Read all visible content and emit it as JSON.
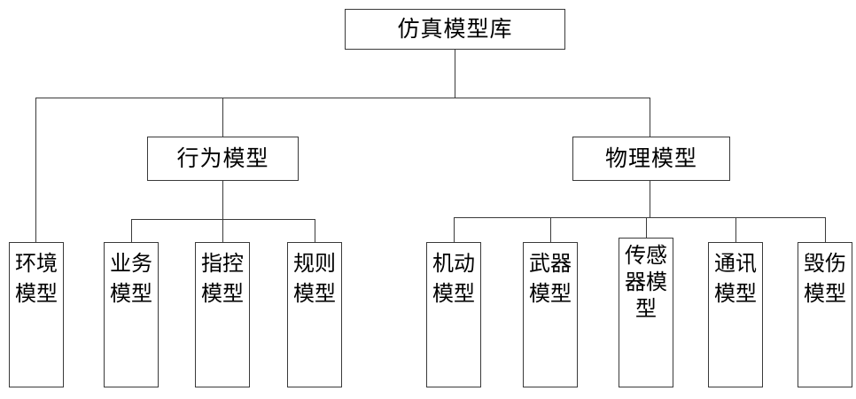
{
  "diagram": {
    "title": "仿真模型库",
    "type": "tree-hierarchy",
    "root": {
      "id": "simulation-model-library",
      "label": "仿真模型库"
    },
    "level2": [
      {
        "id": "behavior-model",
        "label": "行为模型"
      },
      {
        "id": "physical-model",
        "label": "物理模型"
      }
    ],
    "leaves": [
      {
        "id": "environment-model",
        "label": "环境模型",
        "parent": "simulation-model-library"
      },
      {
        "id": "business-model",
        "label": "业务模型",
        "parent": "behavior-model"
      },
      {
        "id": "command-control-model",
        "label": "指控模型",
        "parent": "behavior-model"
      },
      {
        "id": "rule-model",
        "label": "规则模型",
        "parent": "behavior-model"
      },
      {
        "id": "maneuver-model",
        "label": "机动模型",
        "parent": "physical-model"
      },
      {
        "id": "weapon-model",
        "label": "武器模型",
        "parent": "physical-model"
      },
      {
        "id": "sensor-model",
        "label": "传感器模型",
        "parent": "physical-model"
      },
      {
        "id": "communication-model",
        "label": "通讯模型",
        "parent": "physical-model"
      },
      {
        "id": "damage-model",
        "label": "毁伤模型",
        "parent": "physical-model"
      }
    ],
    "colors": {
      "border": "#3a3a3a",
      "background": "#ffffff",
      "text": "#000000"
    }
  }
}
